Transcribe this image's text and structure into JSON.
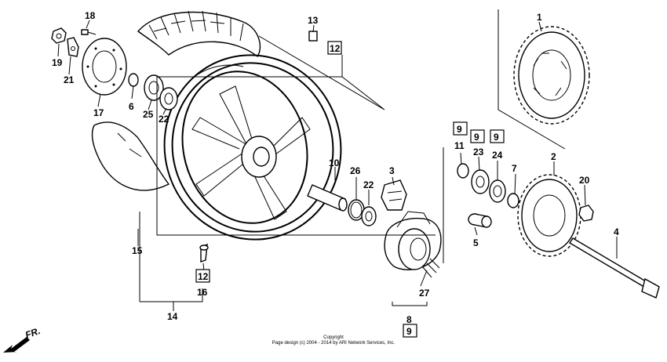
{
  "labels": {
    "p1": "1",
    "p2": "2",
    "p3": "3",
    "p4": "4",
    "p5": "5",
    "p6": "6",
    "p7": "7",
    "p8": "8",
    "p9a": "9",
    "p9b": "9",
    "p9c": "9",
    "p9d": "9",
    "p10": "10",
    "p11": "11",
    "p12a": "12",
    "p12b": "12",
    "p13": "13",
    "p14": "14",
    "p15": "15",
    "p16": "16",
    "p17": "17",
    "p18": "18",
    "p19": "19",
    "p20": "20",
    "p21": "21",
    "p22a": "22",
    "p22b": "22",
    "p23": "23",
    "p24": "24",
    "p25": "25",
    "p26": "26",
    "p27": "27"
  },
  "footer": {
    "line1": "Copyright",
    "line2": "Page design (c) 2004 - 2014 by ARI Network Services, Inc."
  },
  "direction": "FR."
}
